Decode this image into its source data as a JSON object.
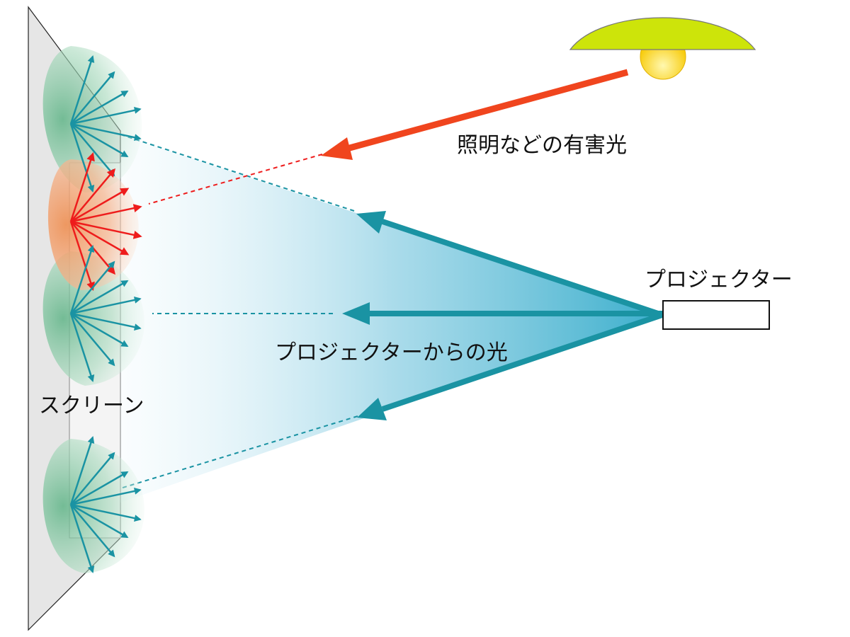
{
  "labels": {
    "harmful_light": "照明などの有害光",
    "projector": "プロジェクター",
    "projector_light": "プロジェクターからの光",
    "screen": "スクリーン"
  },
  "colors": {
    "projector_arrow": "#1a93a3",
    "harmful_arrow": "#f0451e",
    "reflected_red": "#ee1c1c",
    "lamp_shade": "#cde40a",
    "lamp_bulb": "#ffd21a",
    "screen_fill": "#e5e5e5",
    "beam_start": "#45b1cf",
    "lobe_green": "#8ccba7",
    "lobe_orange": "#f3a16f"
  },
  "icons": [
    "ceiling-lamp-icon",
    "projector-box-icon"
  ]
}
